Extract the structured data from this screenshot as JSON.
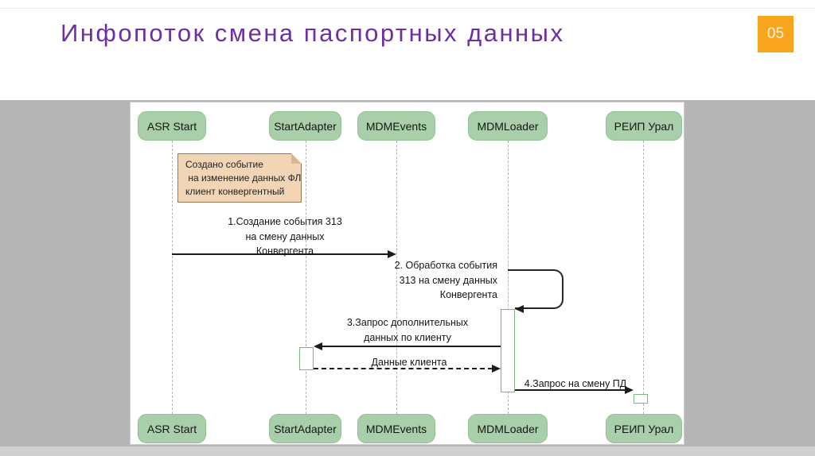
{
  "slide": {
    "title": "Инфопоток смена паспортных данных",
    "page_number": "05"
  },
  "colors": {
    "title_purple": "#6e2fa5",
    "badge_orange": "#f9a41d",
    "participant_fill": "#a8cfa9",
    "participant_border": "#93c094",
    "note_fill": "#f2d5b4",
    "note_border": "#9b7a55",
    "activation_border": "#7cb87c",
    "message_line": "#1c1c1c",
    "lifeline_gray": "#b3b3b3",
    "canvas_gray": "#b5b5b5"
  },
  "diagram": {
    "type": "sequence",
    "participants": [
      {
        "label": "ASR Start"
      },
      {
        "label": "StartAdapter"
      },
      {
        "label": "MDMEvents"
      },
      {
        "label": "MDMLoader"
      },
      {
        "label": "РЕИП Урал"
      }
    ],
    "note": {
      "lines": [
        "Создано событие",
        " на изменение данных ФЛ",
        "клиент конвергентный"
      ]
    },
    "messages": [
      {
        "from": "ASR Start",
        "to": "MDMEvents",
        "style": "solid",
        "lines": [
          "1.Создание события 313",
          "на смену данных",
          "Конвергента"
        ]
      },
      {
        "from": "MDMLoader",
        "to": "MDMLoader",
        "style": "self",
        "lines": [
          "2. Обработка события",
          "313 на смену данных",
          "Конвергента"
        ]
      },
      {
        "from": "MDMLoader",
        "to": "StartAdapter",
        "style": "solid",
        "lines": [
          "3.Запрос дополнительных",
          "данных по клиенту"
        ]
      },
      {
        "from": "StartAdapter",
        "to": "MDMLoader",
        "style": "dashed",
        "lines": [
          "Данные клиента"
        ]
      },
      {
        "from": "MDMLoader",
        "to": "РЕИП Урал",
        "style": "solid",
        "lines": [
          "4.Запрос на смену ПД"
        ]
      }
    ]
  }
}
